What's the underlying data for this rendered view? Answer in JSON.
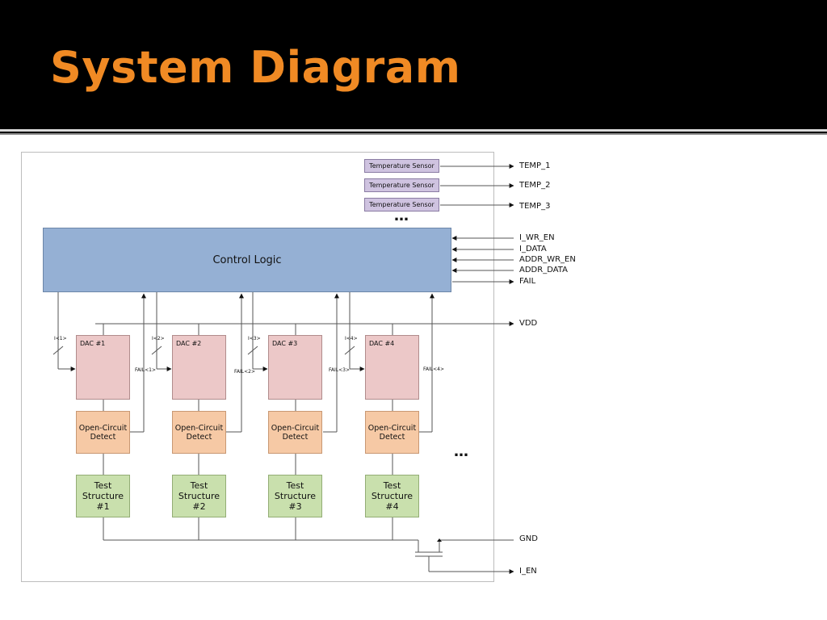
{
  "slide": {
    "title": "System Diagram"
  },
  "sensors": [
    "Temperature Sensor",
    "Temperature Sensor",
    "Temperature Sensor"
  ],
  "control_logic": "Control Logic",
  "signals": {
    "temp": [
      "TEMP_1",
      "TEMP_2",
      "TEMP_3"
    ],
    "inputs": [
      "I_WR_EN",
      "I_DATA",
      "ADDR_WR_EN",
      "ADDR_DATA",
      "FAIL"
    ],
    "vdd": "VDD",
    "gnd": "GND",
    "i_en": "I_EN"
  },
  "channels": [
    {
      "i_label": "I<1>",
      "dac": "DAC #1",
      "fail": "FAIL<1>",
      "ocd": "Open-Circuit Detect",
      "test": "Test Structure #1"
    },
    {
      "i_label": "I<2>",
      "dac": "DAC #2",
      "fail": "FAIL<2>",
      "ocd": "Open-Circuit Detect",
      "test": "Test Structure #2"
    },
    {
      "i_label": "I<3>",
      "dac": "DAC #3",
      "fail": "FAIL<3>",
      "ocd": "Open-Circuit Detect",
      "test": "Test Structure #3"
    },
    {
      "i_label": "I<4>",
      "dac": "DAC #4",
      "fail": "FAIL<4>",
      "ocd": "Open-Circuit Detect",
      "test": "Test Structure #4"
    }
  ],
  "ellipsis": "…"
}
